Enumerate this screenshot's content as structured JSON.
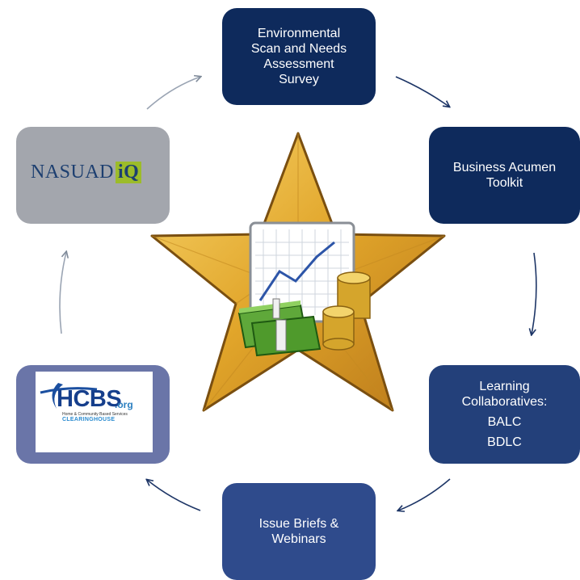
{
  "boxes": {
    "env_scan": {
      "lines": [
        "Environmental",
        "Scan and Needs",
        "Assessment",
        "Survey"
      ]
    },
    "toolkit": {
      "lines": [
        "Business Acumen",
        "Toolkit"
      ]
    },
    "learning": {
      "lines": [
        "Learning",
        "Collaboratives:"
      ],
      "items": [
        "BALC",
        "BDLC"
      ]
    },
    "issue_briefs": {
      "lines": [
        "Issue Briefs &",
        "Webinars"
      ]
    }
  },
  "logos": {
    "nasuad": {
      "text": "NASUAD",
      "badge": "iQ"
    },
    "hcbs": {
      "text": "HCBS",
      "suffix": ".org",
      "tagline": "Home & Community Based Services",
      "subtitle": "CLEARINGHOUSE"
    }
  },
  "colors": {
    "navy": "#0e2a5c",
    "mid_blue": "#23407a",
    "periwinkle": "#6a75a8",
    "grey": "#a3a6ad",
    "star_gold": "#e1a52a",
    "money_green": "#3d8a2a",
    "coin_gold": "#e0b43a"
  },
  "icons": [
    "cycle-arrow-icon",
    "gold-star-icon",
    "chart-icon",
    "money-stack-icon",
    "coin-stack-icon"
  ]
}
